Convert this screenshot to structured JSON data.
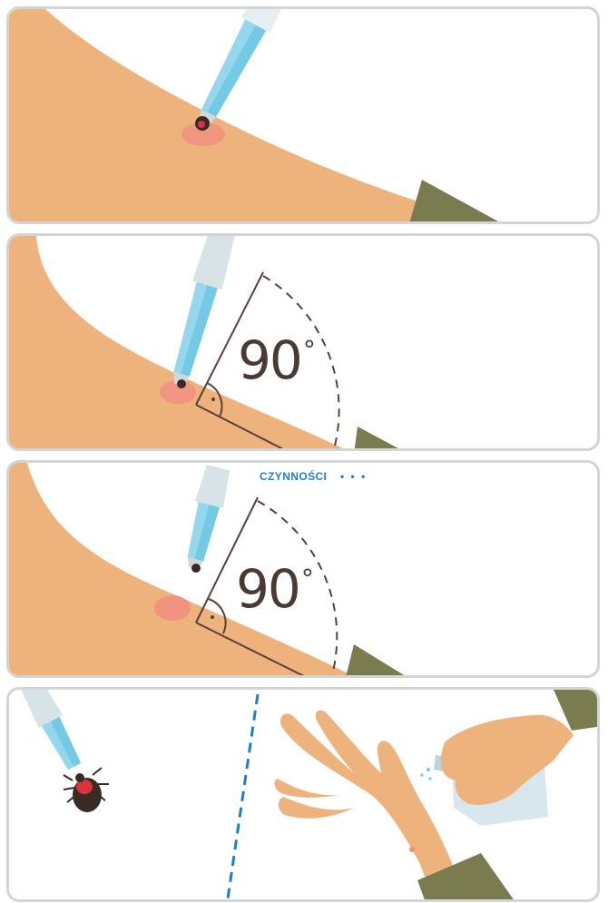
{
  "steps": [
    {
      "id": "step-1"
    },
    {
      "id": "step-2",
      "angle_label": "90",
      "angle_unit": "°"
    },
    {
      "id": "step-3",
      "angle_label": "90",
      "angle_unit": "°",
      "section_label": "CZYNNOŚCI",
      "section_dots": "• • •"
    },
    {
      "id": "step-4"
    }
  ],
  "colors": {
    "skin": "#eeb27c",
    "skin_irritation": "#f08f80",
    "sleeve": "#7a7c50",
    "tweezer_blue": "#74c9e4",
    "tweezer_grey": "#d8e3e8",
    "tick_body": "#3a2a26",
    "tick_red": "#d9343e",
    "angle_line": "#5a4038",
    "divider_blue": "#1f7fc4"
  },
  "icons": [
    "tweezers-icon",
    "tick-icon",
    "angle-arc-icon",
    "right-angle-mark-icon",
    "disinfectant-spray-icon",
    "hand-icon"
  ]
}
